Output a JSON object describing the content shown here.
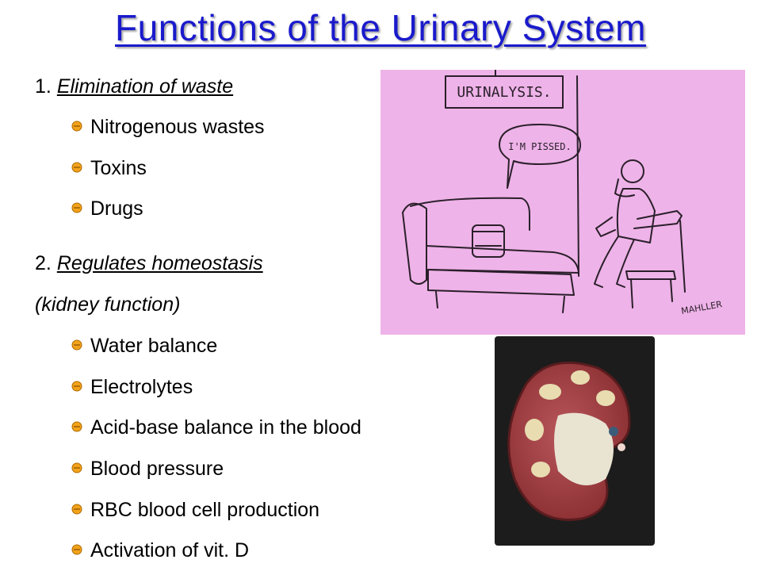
{
  "title": "Functions of the Urinary System",
  "section1": {
    "number": "1.",
    "heading": "Elimination of waste",
    "items": [
      "Nitrogenous wastes",
      "Toxins",
      "Drugs"
    ]
  },
  "section2": {
    "number": "2.",
    "heading": "Regulates homeostasis",
    "subheading": "(kidney function)",
    "items": [
      "Water balance",
      "Electrolytes",
      "Acid-base balance in the blood",
      "Blood pressure",
      "RBC blood cell production",
      "Activation of vit. D"
    ]
  },
  "cartoon": {
    "sign_text": "URINALYSIS.",
    "speech_text": "I'M PISSED.",
    "signature": "MAHLLER"
  },
  "colors": {
    "title": "#1a1acc",
    "bullet": "#f2a31a",
    "cartoon_bg": "#eeb3e8"
  }
}
